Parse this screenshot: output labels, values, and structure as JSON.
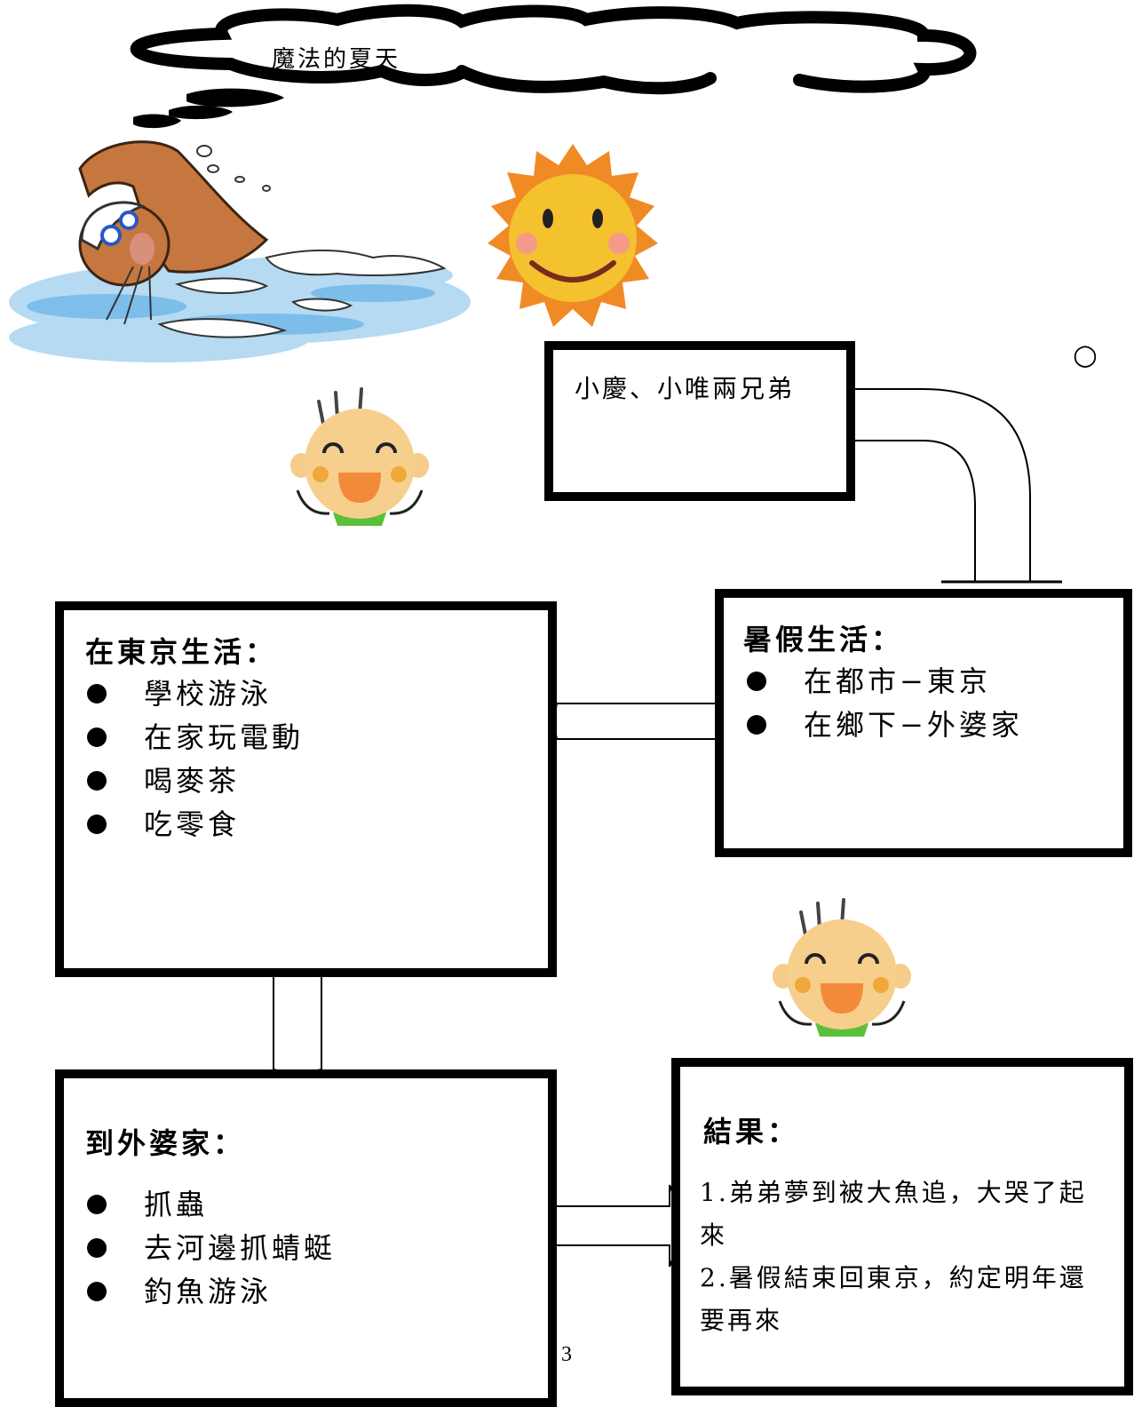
{
  "cloud": {
    "title": "魔法的夏天"
  },
  "character_box": {
    "text": "小慶、小唯兩兄弟"
  },
  "summer_box": {
    "title": "暑假生活：",
    "items": [
      "在都市−東京",
      "在鄉下−外婆家"
    ]
  },
  "tokyo_box": {
    "title": "在東京生活：",
    "items": [
      "學校游泳",
      "在家玩電動",
      "喝麥茶",
      "吃零食"
    ]
  },
  "grandma_box": {
    "title": "到外婆家：",
    "items": [
      "抓蟲",
      "去河邊抓蜻蜓",
      "釣魚游泳"
    ]
  },
  "result_box": {
    "title": "結果：",
    "lines": [
      "1.弟弟夢到被大魚追，大哭了起",
      "來",
      "2.暑假結束回東京，約定明年還",
      "要再來"
    ]
  },
  "page_number": "3",
  "corner_symbol": "○"
}
